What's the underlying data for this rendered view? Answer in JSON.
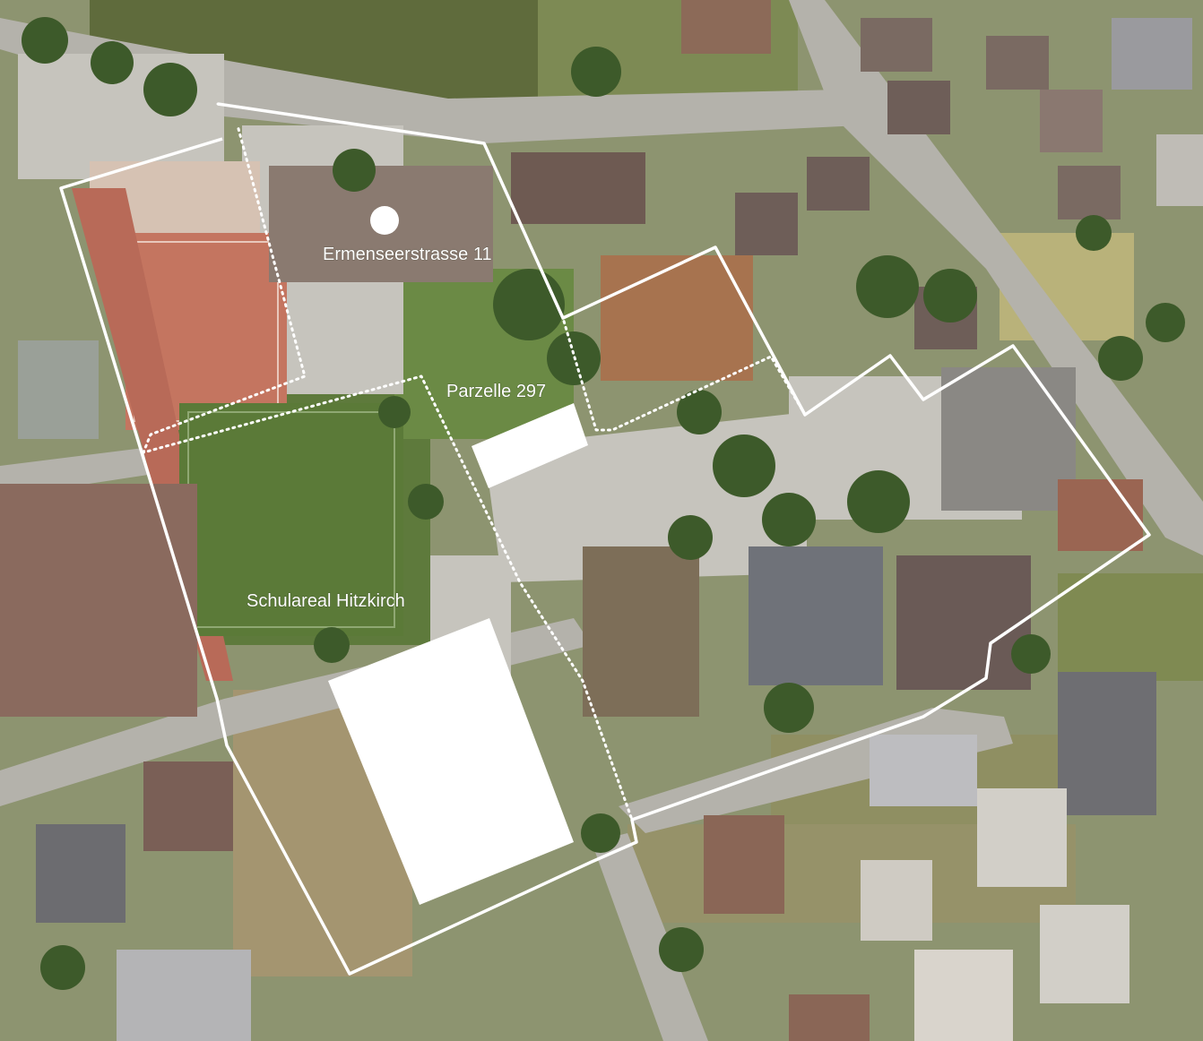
{
  "map": {
    "labels": {
      "address": "Ermenseerstrasse 11",
      "parcel": "Parzelle 297",
      "school_area": "Schulareal Hitzkirch"
    },
    "legend_colors": {
      "boundary": "#ffffff",
      "marker": "#ffffff",
      "planned_building": "#ffffff"
    }
  }
}
